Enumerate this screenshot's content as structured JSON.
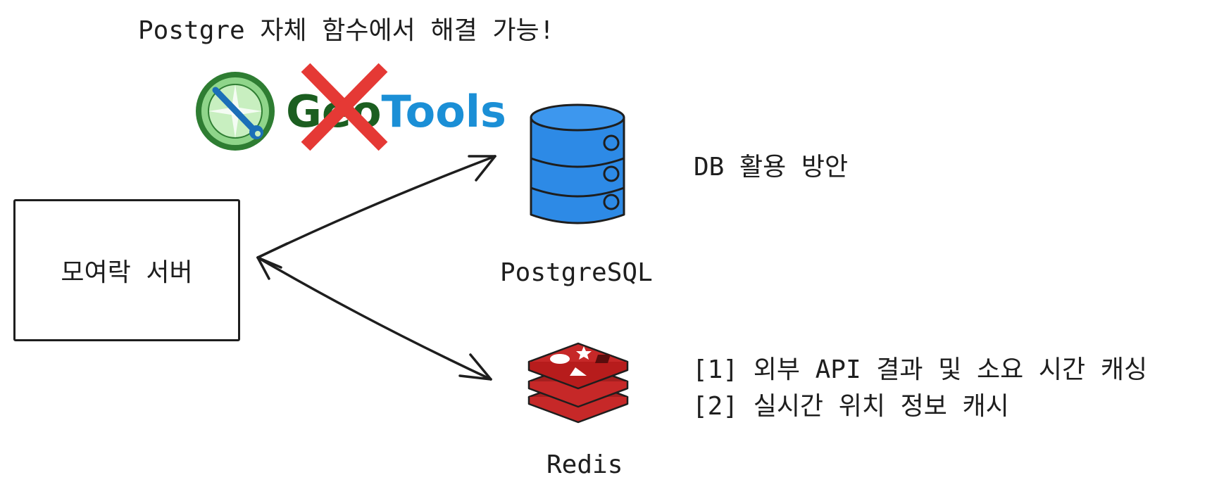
{
  "top_note": "Postgre 자체 함수에서 해결 가능!",
  "geotools": {
    "wordmark_geo": "Geo",
    "wordmark_tools": "Tools",
    "icon": "compass-wrench-logo",
    "struck_out_icon": "red-x-icon",
    "colors": {
      "green": "#2e7d32",
      "blue": "#1b8fd6",
      "strike": "#e53935"
    }
  },
  "server": {
    "label": "모여락 서버"
  },
  "postgres": {
    "label": "PostgreSQL",
    "icon": "database-cylinder-icon",
    "color": "#2d8ae6"
  },
  "db_plan": "DB 활용 방안",
  "redis": {
    "label": "Redis",
    "icon": "redis-stack-icon",
    "color": "#c62828",
    "uses": [
      "[1] 외부 API 결과 및 소요 시간 캐싱",
      "[2] 실시간 위치 정보 캐시"
    ]
  }
}
